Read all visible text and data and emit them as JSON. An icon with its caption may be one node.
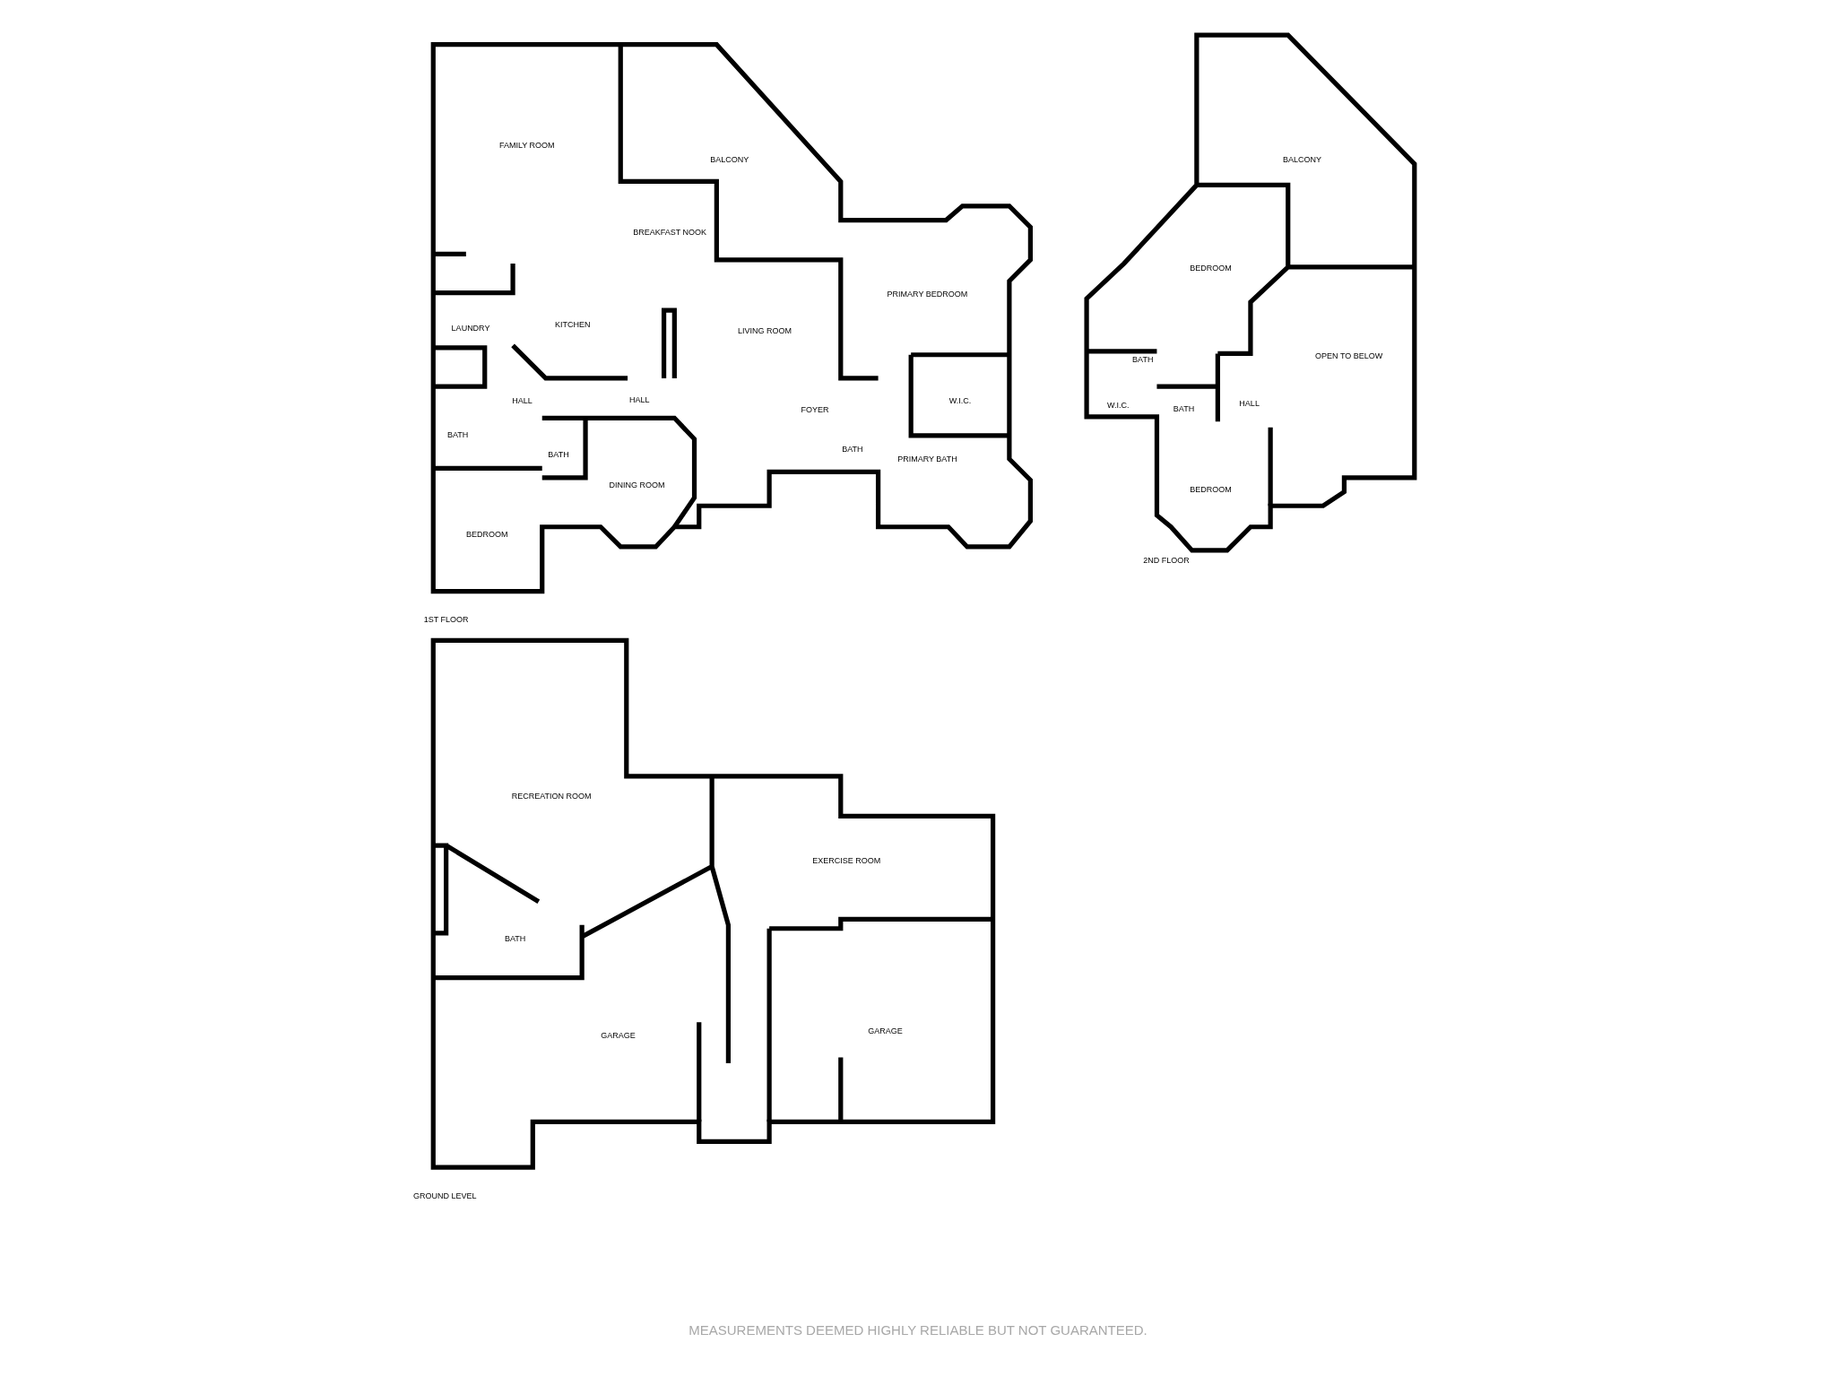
{
  "diagram": {
    "labels": [
      "FAMILY ROOM",
      "BALCONY",
      "BALCONY",
      "BREAKFAST NOOK",
      "BEDROOM",
      "PRIMARY BEDROOM",
      "KITCHEN",
      "LIVING ROOM",
      "LAUNDRY",
      "BATH",
      "OPEN TO BELOW",
      "HALL",
      "HALL",
      "FOYER",
      "W.I.C.",
      "W.I.C.",
      "BATH",
      "HALL",
      "BATH",
      "BATH",
      "BATH",
      "DINING ROOM",
      "PRIMARY BATH",
      "BEDROOM",
      "BEDROOM",
      "2ND FLOOR",
      "1ST FLOOR",
      "RECREATION ROOM",
      "EXERCISE ROOM",
      "BATH",
      "GARAGE",
      "GARAGE",
      "GROUND LEVEL",
      "MEASUREMENTS DEEMED HIGHLY RELIABLE BUT NOT GUARANTEED."
    ]
  }
}
